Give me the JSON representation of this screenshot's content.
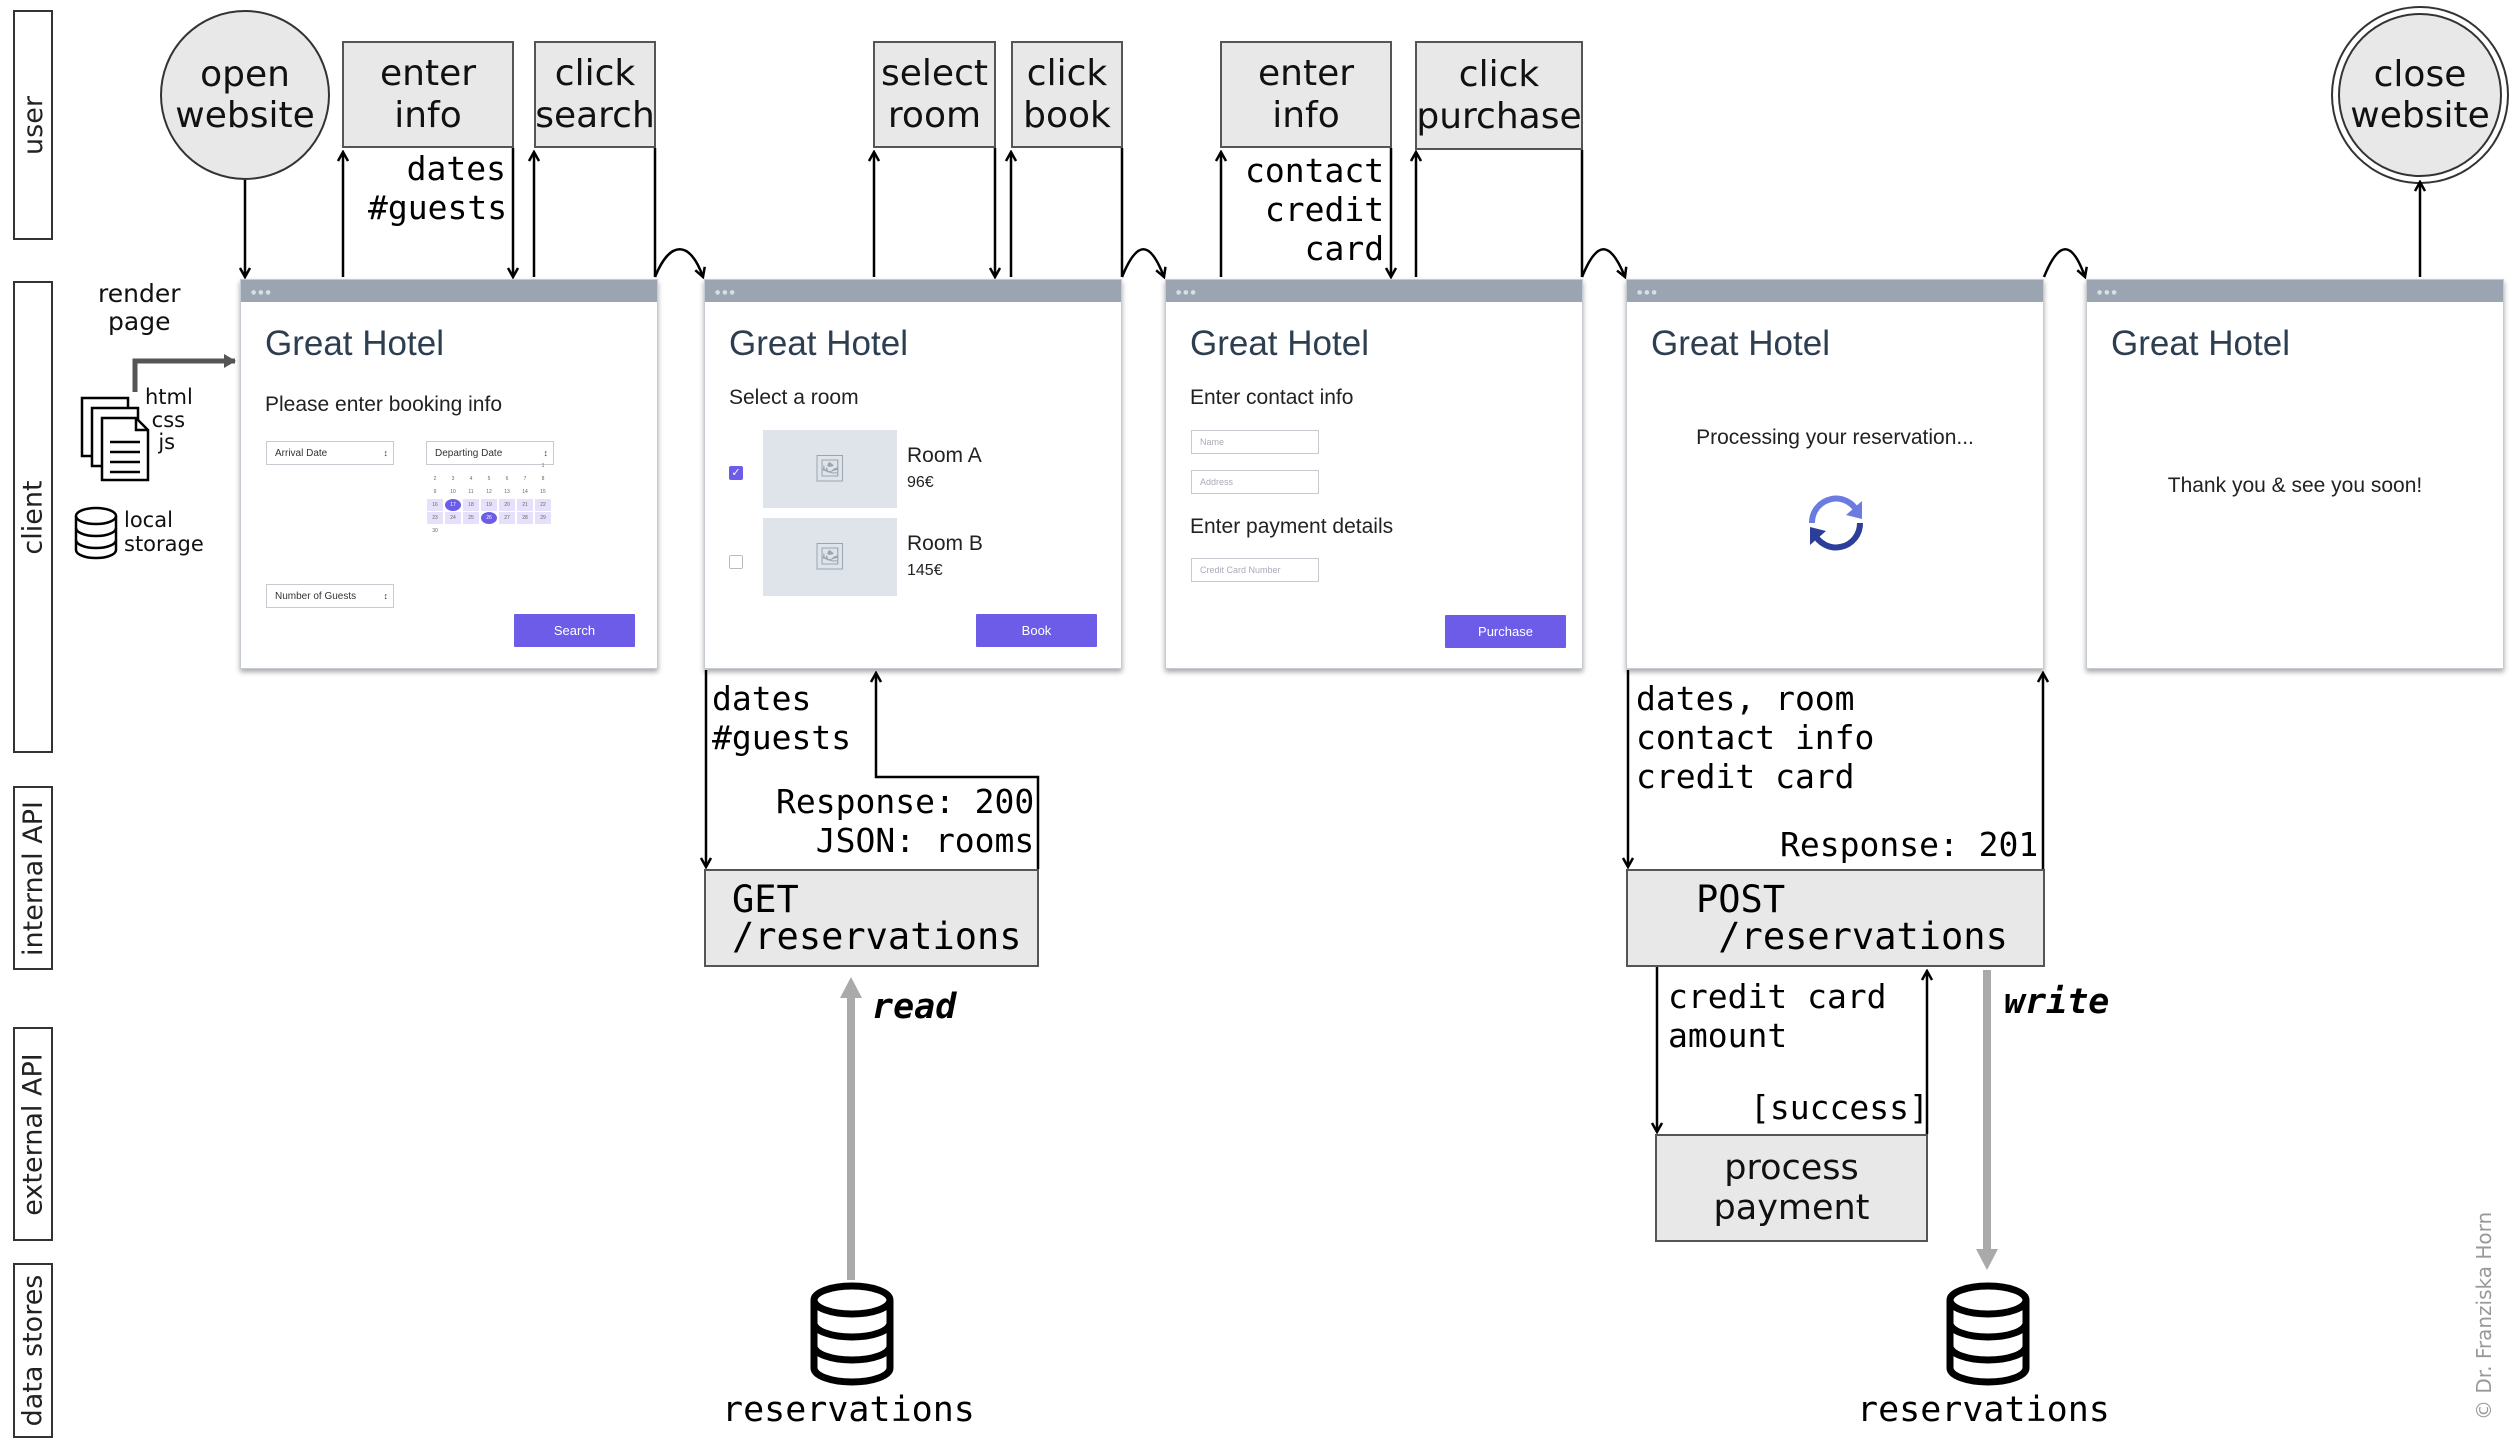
{
  "lanes": [
    {
      "label": "user"
    },
    {
      "label": "client"
    },
    {
      "label": "internal API"
    },
    {
      "label": "external API"
    },
    {
      "label": "data stores"
    }
  ],
  "user_actions": {
    "open_website": "open\nwebsite",
    "enter_info_1": "enter\ninfo",
    "click_search": "click\nsearch",
    "select_room": "select\nroom",
    "click_book": "click\nbook",
    "enter_info_2": "enter\ninfo",
    "click_purchase": "click\npurchase",
    "close_website": "close\nwebsite"
  },
  "flow_labels": {
    "dates_guests_user": "dates\n#guests",
    "contact_credit_card": "contact\n credit\n   card",
    "dates_guests_api": "dates\n#guests",
    "response_200": "Response: 200\n  JSON: rooms",
    "post_payload": "dates, room\ncontact info\ncredit card",
    "response_201": "Response: 201",
    "credit_card_amount": "credit card\namount",
    "success": "[success]",
    "read": "read",
    "write": "write"
  },
  "client_side": {
    "render_page": "render\npage",
    "files": "html\n css\n  js",
    "local_storage": "local\nstorage"
  },
  "api": {
    "get": "GET\n/reservations",
    "post": "POST\n /reservations"
  },
  "external": {
    "process_payment": "process\npayment"
  },
  "stores": {
    "read_store": "reservations",
    "write_store": "reservations"
  },
  "windows": {
    "w1": {
      "title": "Great Hotel",
      "subtitle": "Please enter booking info",
      "arrival": "Arrival Date",
      "departing": "Departing Date",
      "guests": "Number of Guests",
      "button": "Search"
    },
    "w2": {
      "title": "Great Hotel",
      "subtitle": "Select a room",
      "room_a": "Room A",
      "price_a": "96€",
      "room_b": "Room B",
      "price_b": "145€",
      "button": "Book"
    },
    "w3": {
      "title": "Great Hotel",
      "subtitle": "Enter contact info",
      "name_ph": "Name",
      "address_ph": "Address",
      "payment_title": "Enter payment details",
      "card_ph": "Credit Card Number",
      "button": "Purchase"
    },
    "w4": {
      "title": "Great Hotel",
      "message": "Processing your reservation..."
    },
    "w5": {
      "title": "Great Hotel",
      "message": "Thank you & see you soon!"
    }
  },
  "calendar": {
    "rows": [
      [
        "",
        "",
        "",
        "",
        "",
        "",
        "1"
      ],
      [
        "2",
        "3",
        "4",
        "5",
        "6",
        "7",
        "8"
      ],
      [
        "9",
        "10",
        "11",
        "12",
        "13",
        "14",
        "15"
      ],
      [
        "16",
        "17",
        "18",
        "19",
        "20",
        "21",
        "22"
      ],
      [
        "23",
        "24",
        "25",
        "26",
        "27",
        "28",
        "29"
      ],
      [
        "30",
        "",
        "",
        "",
        "",
        "",
        ""
      ]
    ]
  },
  "copyright": "© Dr. Franziska Horn",
  "colors": {
    "accent": "#6c5ce7",
    "window_bar": "#9aa5b1",
    "box_fill": "#e8e8e8",
    "store_arrow": "#aaaaaa"
  }
}
